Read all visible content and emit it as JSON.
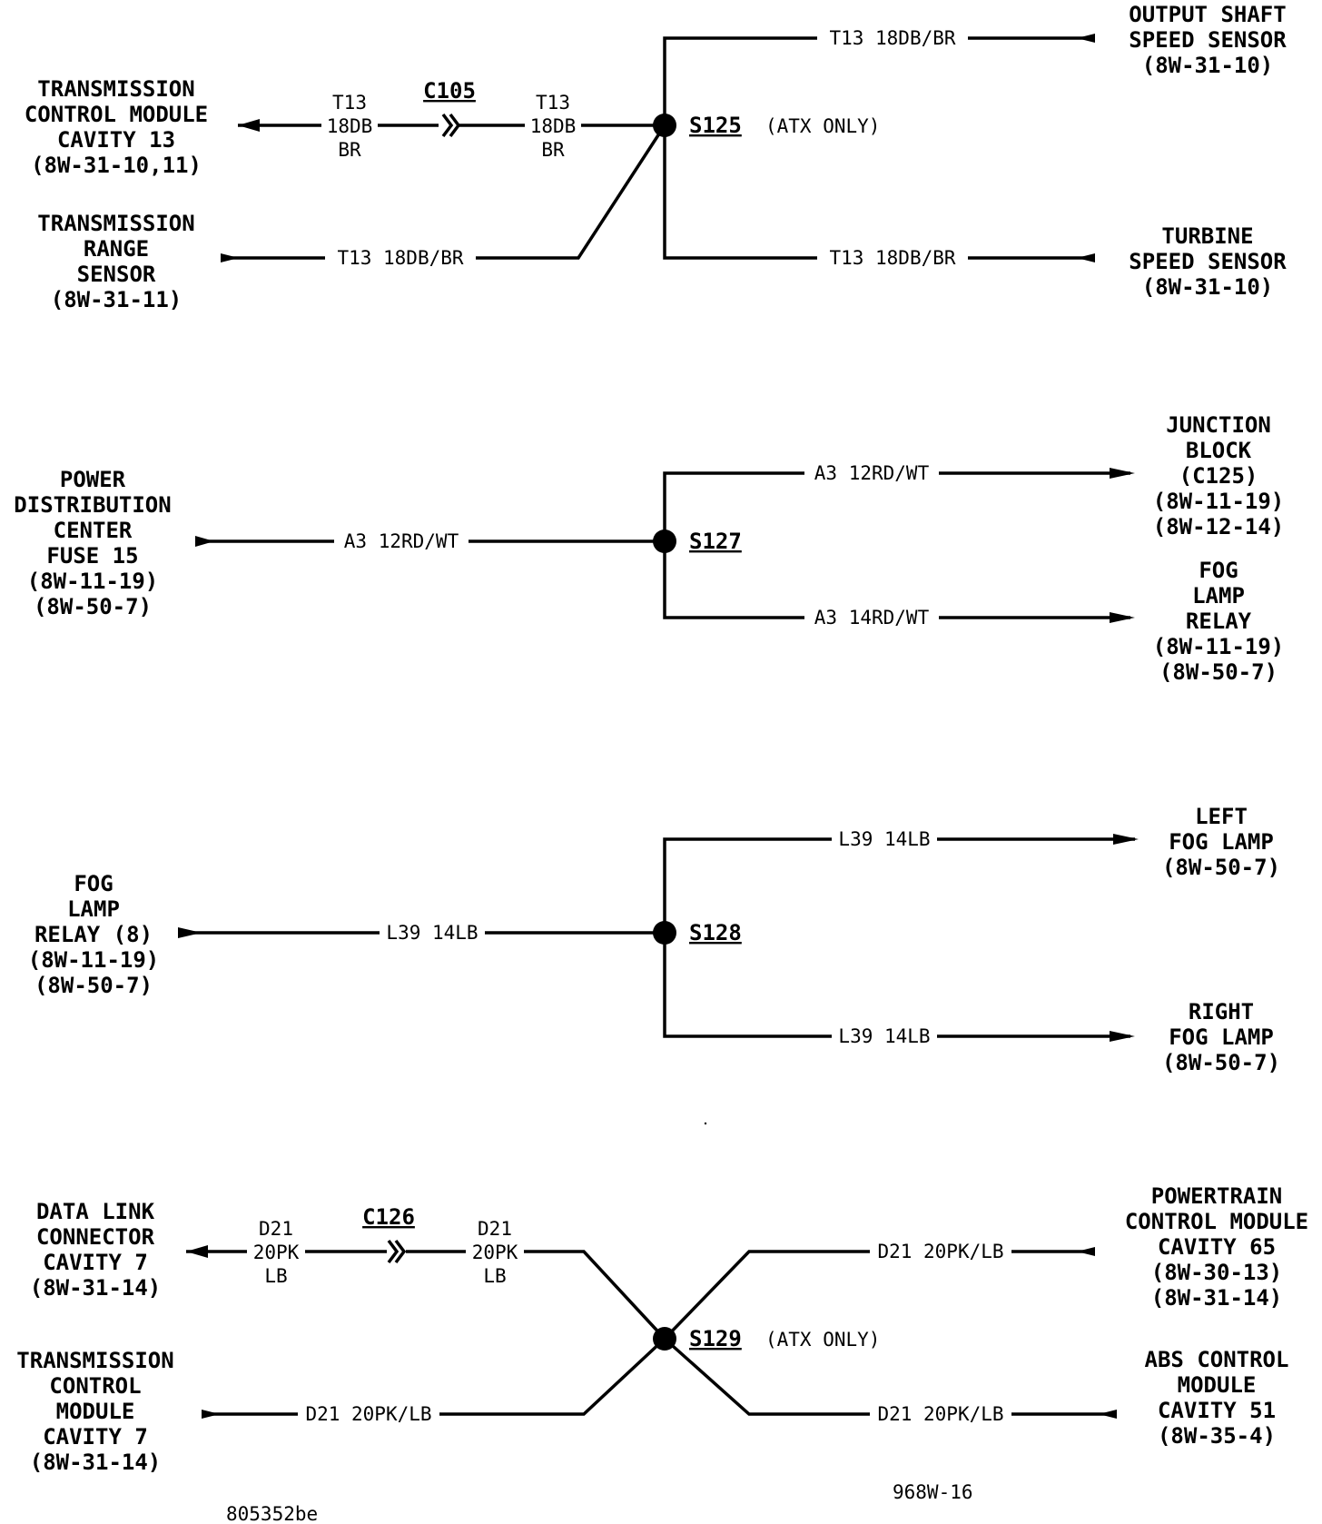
{
  "sections": {
    "s125": {
      "splice": "S125",
      "note": "(ATX ONLY)",
      "connector": "C105",
      "tcm13": [
        "TRANSMISSION",
        "CONTROL MODULE",
        "CAVITY 13",
        "(8W-31-10,11)"
      ],
      "trs": [
        "TRANSMISSION",
        "RANGE",
        "SENSOR",
        "(8W-31-11)"
      ],
      "oss": [
        "OUTPUT SHAFT",
        "SPEED SENSOR",
        "(8W-31-10)"
      ],
      "tss": [
        "TURBINE",
        "SPEED SENSOR",
        "(8W-31-10)"
      ],
      "wire_left": [
        "T13",
        "18DB",
        "BR"
      ],
      "wire_mid": [
        "T13",
        "18DB",
        "BR"
      ],
      "wire_oss": "T13 18DB/BR",
      "wire_trs": "T13 18DB/BR",
      "wire_tss": "T13 18DB/BR"
    },
    "s127": {
      "splice": "S127",
      "pdc": [
        "POWER",
        "DISTRIBUTION",
        "CENTER",
        "FUSE 15",
        "(8W-11-19)",
        "(8W-50-7)"
      ],
      "jb": [
        "JUNCTION",
        "BLOCK",
        "(C125)",
        "(8W-11-19)",
        "(8W-12-14)"
      ],
      "relay": [
        "FOG",
        "LAMP",
        "RELAY",
        "(8W-11-19)",
        "(8W-50-7)"
      ],
      "wire_in": "A3 12RD/WT",
      "wire_jb": "A3 12RD/WT",
      "wire_relay": "A3 14RD/WT"
    },
    "s128": {
      "splice": "S128",
      "relay": [
        "FOG",
        "LAMP",
        "RELAY (8)",
        "(8W-11-19)",
        "(8W-50-7)"
      ],
      "left": [
        "LEFT",
        "FOG LAMP",
        "(8W-50-7)"
      ],
      "right": [
        "RIGHT",
        "FOG LAMP",
        "(8W-50-7)"
      ],
      "wire_in": "L39 14LB",
      "wire_left": "L39 14LB",
      "wire_right": "L39 14LB"
    },
    "s129": {
      "splice": "S129",
      "note": "(ATX ONLY)",
      "connector": "C126",
      "dlc": [
        "DATA LINK",
        "CONNECTOR",
        "CAVITY 7",
        "(8W-31-14)"
      ],
      "tcm7": [
        "TRANSMISSION",
        "CONTROL",
        "MODULE",
        "CAVITY 7",
        "(8W-31-14)"
      ],
      "pcm": [
        "POWERTRAIN",
        "CONTROL MODULE",
        "CAVITY 65",
        "(8W-30-13)",
        "(8W-31-14)"
      ],
      "abs": [
        "ABS CONTROL",
        "MODULE",
        "CAVITY 51",
        "(8W-35-4)"
      ],
      "wire_left": [
        "D21",
        "20PK",
        "LB"
      ],
      "wire_mid": [
        "D21",
        "20PK",
        "LB"
      ],
      "wire_pcm": "D21 20PK/LB",
      "wire_tcm": "D21 20PK/LB",
      "wire_abs": "D21 20PK/LB"
    }
  },
  "footer": {
    "figure_id": "968W-16",
    "image_id": "805352be"
  }
}
